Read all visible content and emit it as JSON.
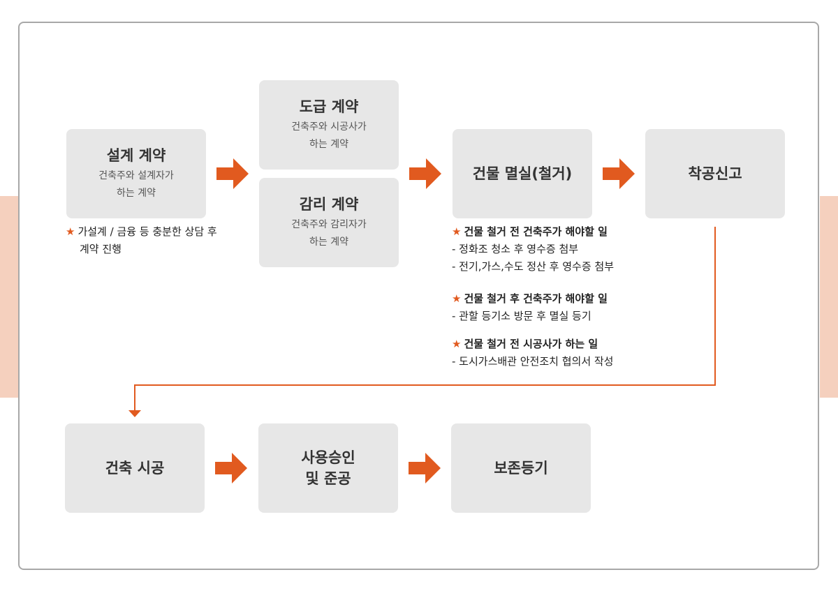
{
  "boxes": {
    "design": {
      "title": "설계 계약",
      "sub": "건축주와 설계자가\n하는 계약"
    },
    "contract": {
      "title": "도급 계약",
      "sub": "건축주와 시공사가\n하는 계약"
    },
    "supervision": {
      "title": "감리 계약",
      "sub": "건축주와 감리자가\n하는 계약"
    },
    "demolition": {
      "title": "건물 멸실(철거)"
    },
    "start_report": {
      "title": "착공신고"
    },
    "construction": {
      "title": "건축 시공"
    },
    "approval": {
      "title": "사용승인\n및 준공"
    },
    "registration": {
      "title": "보존등기"
    }
  },
  "notes": {
    "design": {
      "star": "★",
      "line1": "가설계 / 금융 등 충분한 상담 후",
      "line2": "계약 진행"
    },
    "demolition": [
      {
        "star": "★",
        "head": "건물 철거 전 건축주가 해야할 일",
        "items": [
          "- 정화조 청소 후 영수증 첨부",
          "- 전기,가스,수도 정산 후 영수증 첨부"
        ]
      },
      {
        "star": "★",
        "head": "건물 철거 후 건축주가 해야할 일",
        "items": [
          "- 관할 등기소 방문 후 멸실 등기"
        ]
      },
      {
        "star": "★",
        "head": "건물 철거 전 시공사가 하는 일",
        "items": [
          "- 도시가스배관 안전조치 협의서 작성"
        ]
      }
    ]
  },
  "colors": {
    "accent": "#e15a1f",
    "box": "#e7e7e7",
    "band": "#f5d0be",
    "frame": "#a8a8a8"
  },
  "icons": {
    "flow_arrow": "arrow-right-icon",
    "bullet": "star-icon"
  }
}
